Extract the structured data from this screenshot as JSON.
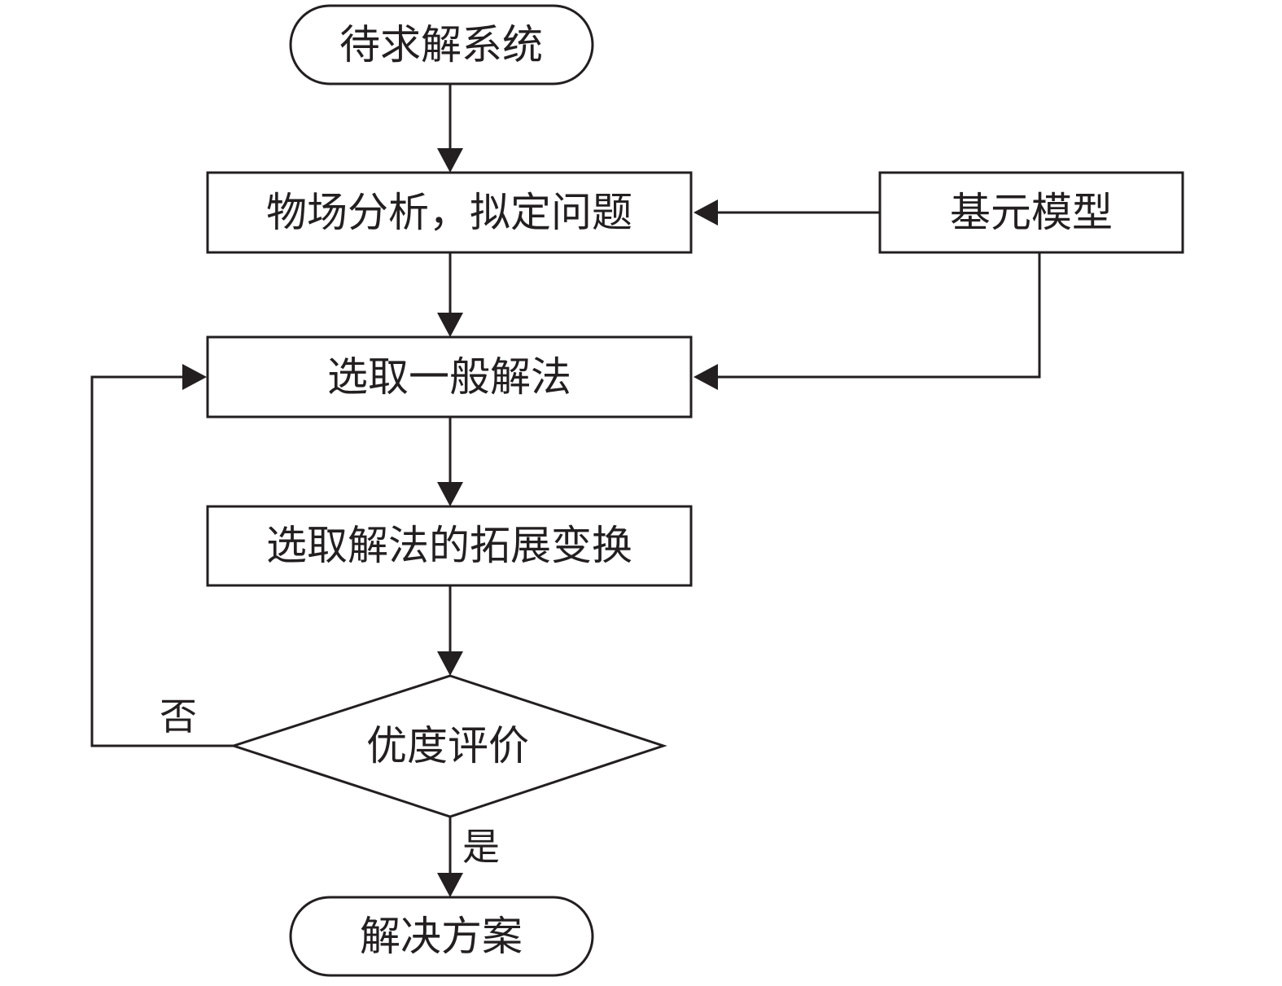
{
  "nodes": {
    "start": {
      "label": "待求解系统",
      "shape": "terminal"
    },
    "analysis": {
      "label": "物场分析，拟定问题",
      "shape": "process"
    },
    "base_model": {
      "label": "基元模型",
      "shape": "process"
    },
    "general_solution": {
      "label": "选取一般解法",
      "shape": "process"
    },
    "extension": {
      "label": "选取解法的拓展变换",
      "shape": "process"
    },
    "evaluation": {
      "label": "优度评价",
      "shape": "decision"
    },
    "end": {
      "label": "解决方案",
      "shape": "terminal"
    }
  },
  "edges": {
    "no": {
      "label": "否",
      "from": "evaluation",
      "to": "general_solution"
    },
    "yes": {
      "label": "是",
      "from": "evaluation",
      "to": "end"
    }
  },
  "colors": {
    "line": "#231f20",
    "background": "#ffffff"
  }
}
